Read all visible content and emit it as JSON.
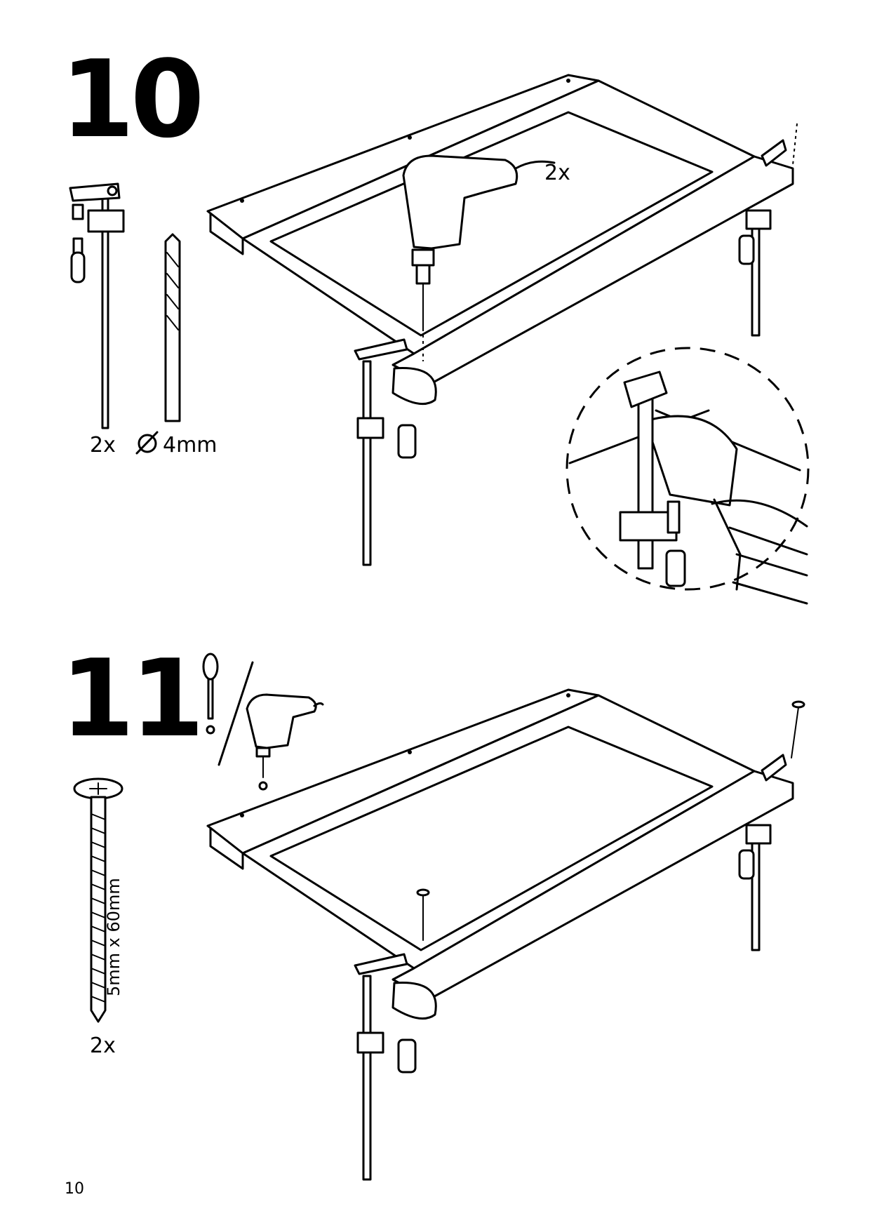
{
  "page": {
    "number": "10"
  },
  "step10": {
    "number": "10",
    "tools": {
      "clamp_qty": "2x",
      "drill_bit": "4mm"
    },
    "drill_qty": "2x"
  },
  "step11": {
    "number": "11",
    "screw": {
      "size": "5mm x 60mm",
      "qty": "2x"
    }
  },
  "icons": [
    "clamp-icon",
    "drill-bit-icon",
    "diameter-icon",
    "electric-drill-icon",
    "screwdriver-icon",
    "screw-icon",
    "hand-icon",
    "frame-illustration"
  ]
}
